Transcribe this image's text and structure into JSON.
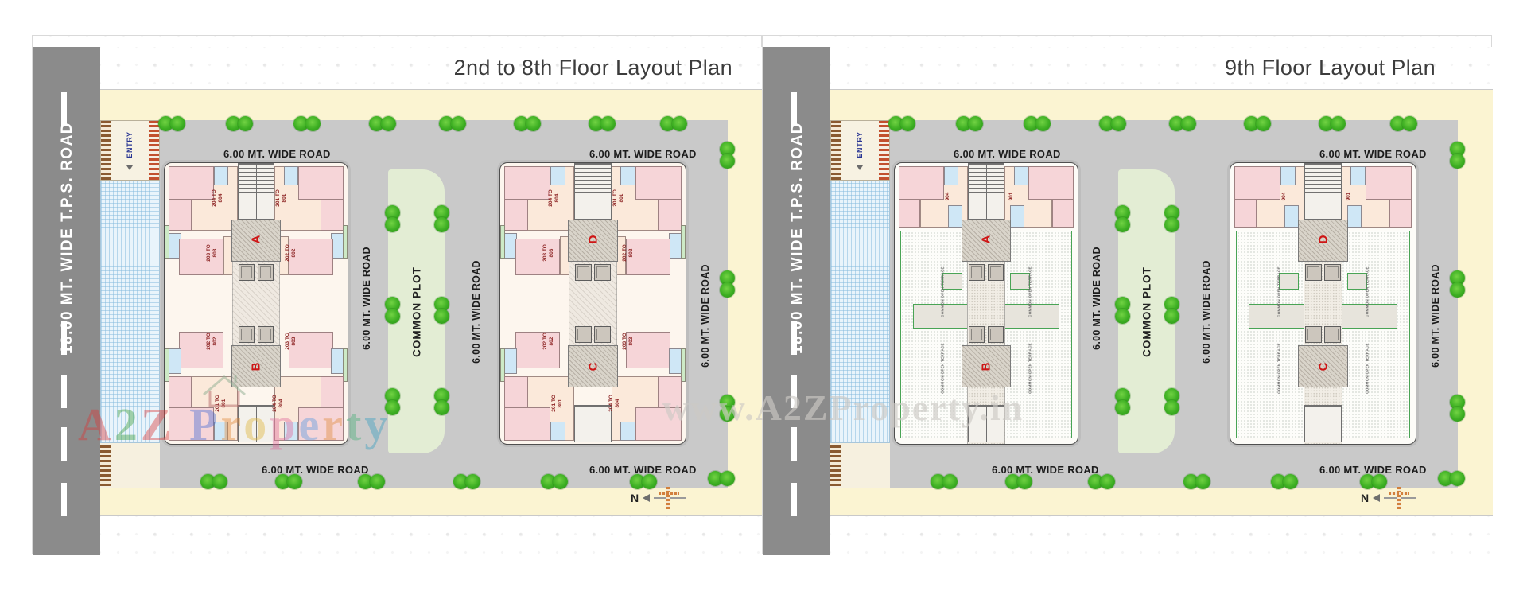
{
  "sheet": {
    "north_label": "N",
    "entry_label": "ENTRY",
    "common_plot_label": "COMMON PLOT",
    "tps_road_label": "18.00 MT. WIDE T.P.S. ROAD",
    "wide_road_label": "6.00 MT. WIDE ROAD",
    "terrace_label": "COMMON OPEN TERRACE"
  },
  "panels": [
    {
      "title": "2nd to 8th Floor Layout Plan",
      "blocks": [
        {
          "type": "full",
          "top_letter": "A",
          "bottom_letter": "B",
          "top_units": [
            "204 TO 804",
            "201 TO 801"
          ],
          "upper_mid_units": [
            "203 TO 803",
            "202 TO 802"
          ],
          "lower_mid_units": [
            "202 TO 802",
            "203 TO 803"
          ],
          "bottom_units": [
            "201 TO 801",
            "204 TO 804"
          ]
        },
        {
          "type": "full",
          "top_letter": "D",
          "bottom_letter": "C",
          "top_units": [
            "204 TO 804",
            "201 TO 801"
          ],
          "upper_mid_units": [
            "203 TO 803",
            "202 TO 802"
          ],
          "lower_mid_units": [
            "202 TO 802",
            "203 TO 803"
          ],
          "bottom_units": [
            "201 TO 801",
            "204 TO 804"
          ]
        }
      ]
    },
    {
      "title": "9th Floor Layout Plan",
      "blocks": [
        {
          "type": "terrace",
          "top_letter": "A",
          "bottom_letter": "B",
          "top_units": [
            "904",
            "901"
          ]
        },
        {
          "type": "terrace",
          "top_letter": "D",
          "bottom_letter": "C",
          "top_units": [
            "904",
            "901"
          ]
        }
      ]
    }
  ],
  "watermarks": {
    "left_text": "A2Z Property",
    "left_letters": [
      {
        "ch": "A",
        "color": "#d93a3a"
      },
      {
        "ch": "2",
        "color": "#3a9e3a"
      },
      {
        "ch": "Z",
        "color": "#d93a3a"
      },
      {
        "ch": " ",
        "color": "#888888"
      },
      {
        "ch": "P",
        "color": "#4a6fd4"
      },
      {
        "ch": "r",
        "color": "#e08a3a"
      },
      {
        "ch": "o",
        "color": "#e0b53a"
      },
      {
        "ch": "p",
        "color": "#e06a9a"
      },
      {
        "ch": "e",
        "color": "#5a9ae0"
      },
      {
        "ch": "r",
        "color": "#e08a3a"
      },
      {
        "ch": "t",
        "color": "#4ab07a"
      },
      {
        "ch": "y",
        "color": "#3aa0c0"
      }
    ],
    "right_text": "www.A2ZProperty.in"
  },
  "colors": {
    "tps_road": "#8b8b8b",
    "site_road": "#c9c9c9",
    "margin_yellow": "#fbf4d2",
    "common_plot_green": "#e3edd4",
    "tree_green": "#3cae22",
    "room_pink": "#f6d5d8",
    "room_peach": "#fbe9da",
    "room_blue": "#cfe7f6",
    "room_green": "#cdeac6",
    "wing_letter_red": "#ce1515",
    "unit_text_red": "#8d2424",
    "entry_navy": "#283593"
  }
}
